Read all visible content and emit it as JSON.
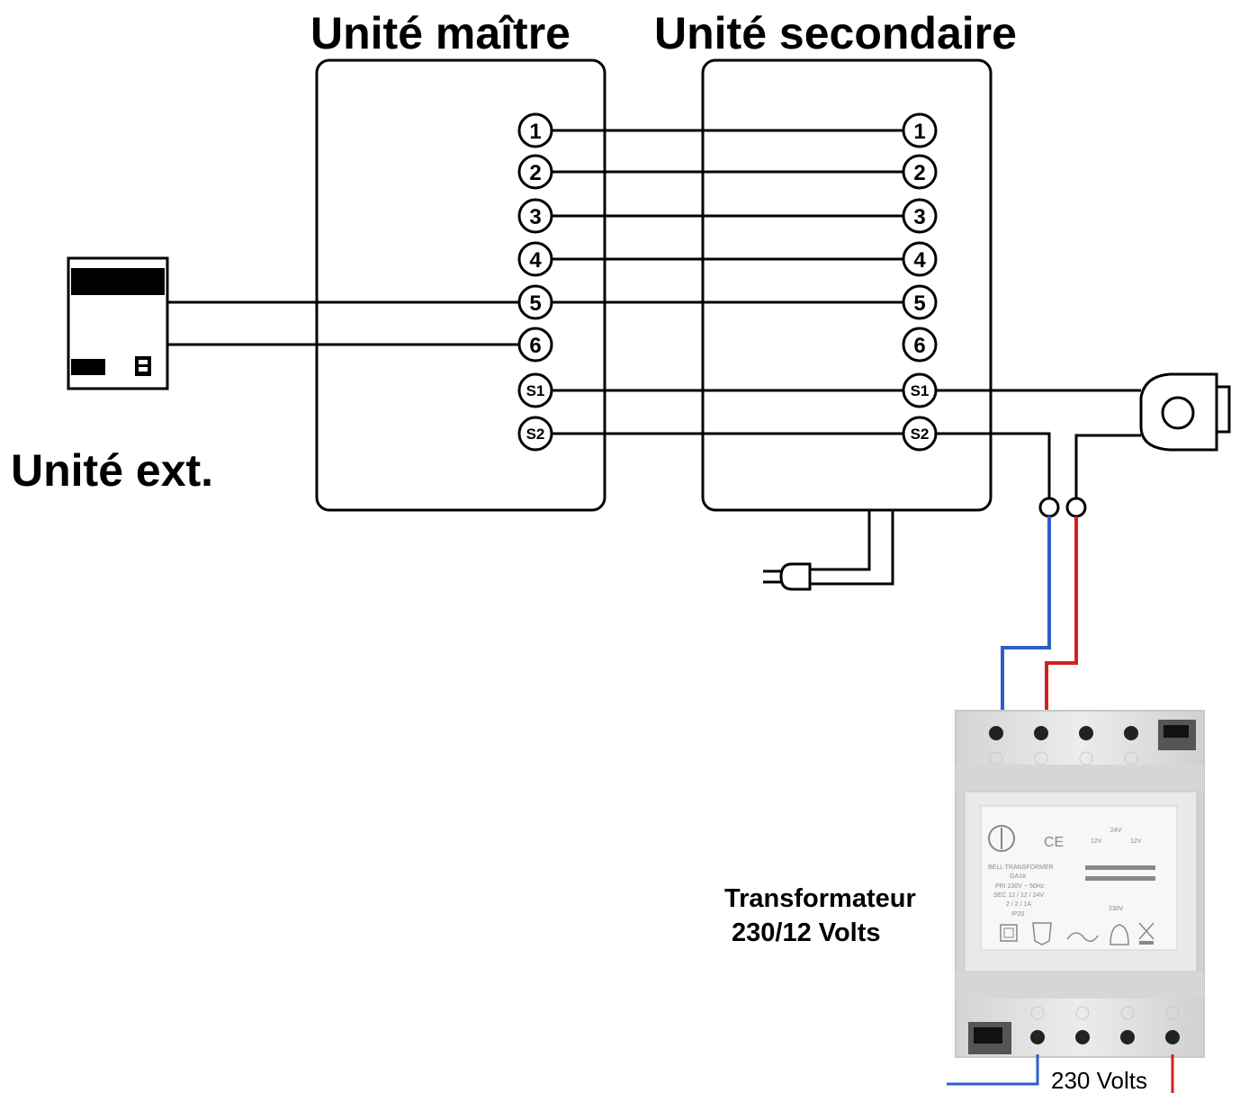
{
  "labels": {
    "master_unit": "Unité maître",
    "secondary_unit": "Unité secondaire",
    "outdoor_unit": "Unité ext.",
    "transformer_line1": "Transformateur",
    "transformer_line2": "230/12 Volts",
    "mains_voltage": "230 Volts"
  },
  "terminals": [
    "1",
    "2",
    "3",
    "4",
    "5",
    "6",
    "S1",
    "S2"
  ],
  "transformer_face": {
    "ce_mark": "CE",
    "top_voltage": "24V",
    "tap_left": "12V",
    "tap_right": "12V",
    "title": "BELL TRANSFORMER",
    "model": "GA18",
    "primary": "PRI 230V ~ 50Hz",
    "secondary": "SEC 12 / 12 / 24V",
    "current": "2 / 2 / 1A",
    "rating": "IP20",
    "bottom_voltage": "230V"
  },
  "colors": {
    "wire": "#000000",
    "blue_wire": "#2f5fc4",
    "red_wire": "#d42020",
    "transformer_body": "#e2e2e2"
  }
}
